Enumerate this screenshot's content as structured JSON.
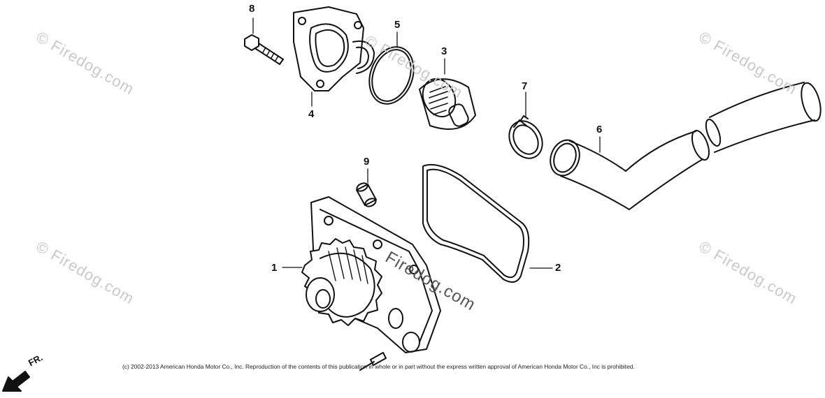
{
  "diagram": {
    "callouts": [
      {
        "id": "1",
        "label": "1"
      },
      {
        "id": "2",
        "label": "2"
      },
      {
        "id": "3",
        "label": "3"
      },
      {
        "id": "4",
        "label": "4"
      },
      {
        "id": "5",
        "label": "5"
      },
      {
        "id": "6",
        "label": "6"
      },
      {
        "id": "7",
        "label": "7"
      },
      {
        "id": "8",
        "label": "8"
      },
      {
        "id": "9",
        "label": "9"
      }
    ],
    "watermark": "© Firedog.com",
    "watermark_center": "Firedog.com",
    "orientation_label": "FR.",
    "copyright": "(c) 2002-2013 American Honda Motor Co., Inc. Reproduction of the contents of this publication in whole or in part without the express written approval of American Honda Motor Co., Inc is prohibited."
  }
}
